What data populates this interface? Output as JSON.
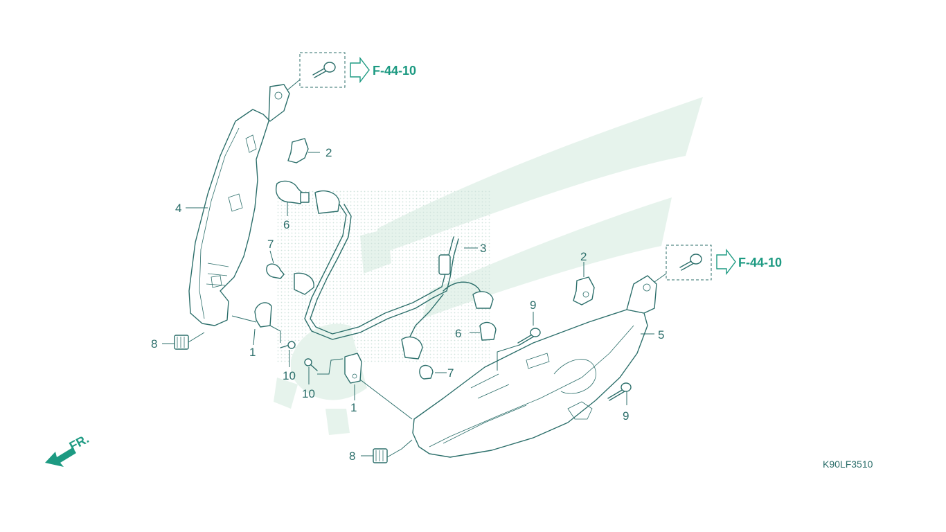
{
  "diagram": {
    "drawing_code": "K90LF3510",
    "front_label": "FR.",
    "references": [
      {
        "id": "ref-upper-left",
        "text": "F-44-10"
      },
      {
        "id": "ref-right",
        "text": "F-44-10"
      }
    ],
    "callouts": {
      "c1a": "1",
      "c1b": "1",
      "c2a": "2",
      "c2b": "2",
      "c3": "3",
      "c4": "4",
      "c5": "5",
      "c6a": "6",
      "c6b": "6",
      "c7a": "7",
      "c7b": "7",
      "c8a": "8",
      "c8b": "8",
      "c9a": "9",
      "c9b": "9",
      "c10a": "10",
      "c10b": "10"
    },
    "colors": {
      "line": "#2b6e6a",
      "reference_text": "#1d9a82",
      "watermark": "#e6f3ec"
    }
  }
}
